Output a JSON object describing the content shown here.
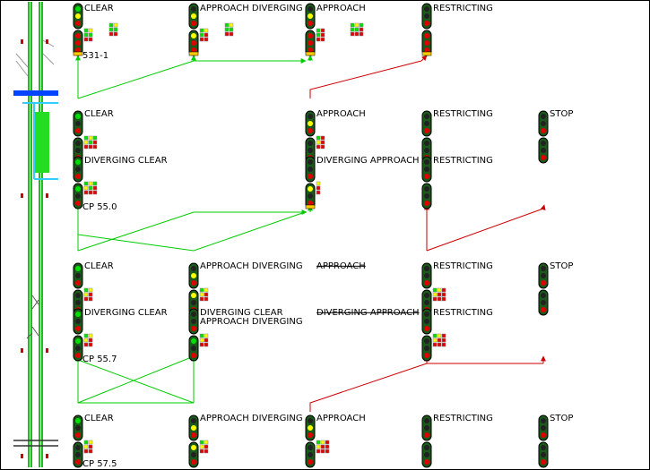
{
  "colors": {
    "green_arrow": "#00cc00",
    "red_arrow": "#cc0000",
    "track_green": "#22bb22",
    "track_blue": "#0044ff",
    "track_cyan": "#33ccff",
    "lamp_green": "#00e000",
    "lamp_yellow": "#ffff00",
    "lamp_red": "#e00000",
    "lamp_dark": "#222222"
  },
  "locations": [
    {
      "id": "531",
      "label": "531-1"
    },
    {
      "id": "cp550",
      "label": "CP 55.0"
    },
    {
      "id": "cp557",
      "label": "CP 55.7"
    },
    {
      "id": "cp575",
      "label": "CP 57.5"
    }
  ],
  "aspects": {
    "r1": [
      "CLEAR",
      "APPROACH DIVERGING",
      "APPROACH",
      "RESTRICTING"
    ],
    "r2a": [
      "CLEAR",
      "APPROACH",
      "RESTRICTING",
      "STOP"
    ],
    "r2b": [
      "DIVERGING CLEAR",
      "DIVERGING APPROACH",
      "RESTRICTING"
    ],
    "r3a": [
      "CLEAR",
      "APPROACH DIVERGING",
      "APPROACH",
      "RESTRICTING",
      "STOP"
    ],
    "r3b": [
      "DIVERGING CLEAR",
      "DIVERGING CLEAR",
      "APPROACH DIVERGING",
      "DIVERGING APPROACH",
      "RESTRICTING"
    ],
    "r4": [
      "CLEAR",
      "APPROACH DIVERGING",
      "APPROACH",
      "RESTRICTING",
      "STOP"
    ]
  }
}
